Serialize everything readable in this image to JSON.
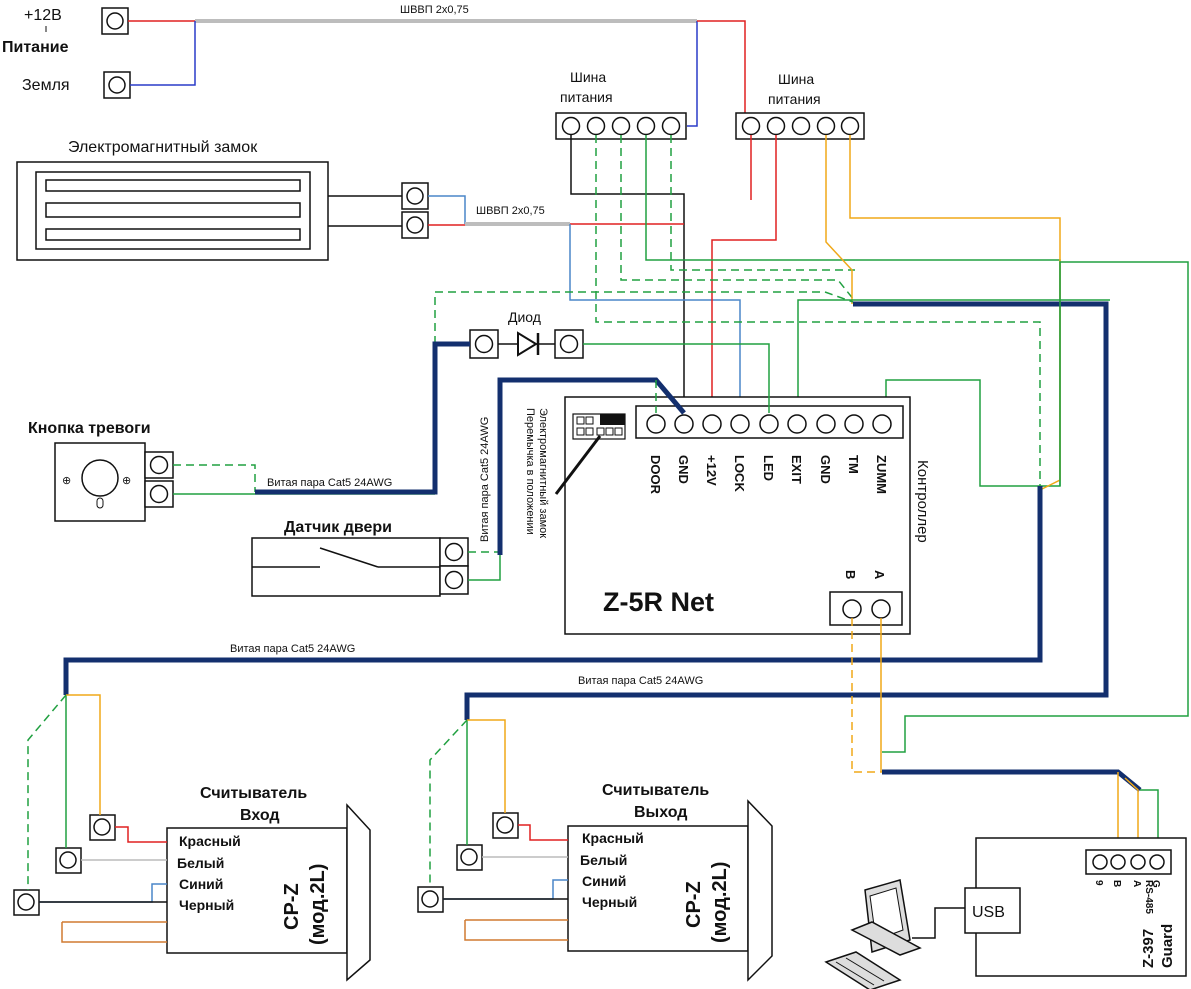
{
  "power": {
    "plus12v": "+12В",
    "power_label": "Питание",
    "ground": "Земля"
  },
  "cables": {
    "shvvp_top": "ШВВП 2х0,75",
    "shvvp_lock": "ШВВП 2х0,75",
    "twisted_alarm": "Витая пара Cat5 24AWG",
    "twisted_door": "Витая пара Cat5 24AWG",
    "twisted_reader_in": "Витая пара Cat5 24AWG",
    "twisted_reader_out": "Витая пара Cat5 24AWG"
  },
  "bus": {
    "left_line1": "Шина",
    "left_line2": "питания",
    "right_line1": "Шина",
    "right_line2": "питания"
  },
  "components": {
    "maglock": "Электромагнитный замок",
    "diode": "Диод",
    "alarm_button": "Кнопка тревоги",
    "door_sensor": "Датчик двери",
    "jumper_line1": "Перемычка в положении",
    "jumper_line2": "Электромагнитный замок"
  },
  "controller": {
    "side_label": "Контроллер",
    "model": "Z-5R Net",
    "terminals": [
      "DOOR",
      "GND",
      "+12V",
      "LOCK",
      "LED",
      "EXIT",
      "GND",
      "TM",
      "ZUMM"
    ],
    "rs_a": "A",
    "rs_b": "B"
  },
  "reader_in": {
    "title_line1": "Считыватель",
    "title_line2": "Вход",
    "wires": [
      "Красный",
      "Белый",
      "Синий",
      "Черный"
    ],
    "model_line1": "CP-Z",
    "model_line2": "(мод.2L)"
  },
  "reader_out": {
    "title_line1": "Считыватель",
    "title_line2": "Выход",
    "wires": [
      "Красный",
      "Белый",
      "Синий",
      "Черный"
    ],
    "model_line1": "CP-Z",
    "model_line2": "(мод.2L)"
  },
  "converter": {
    "usb": "USB",
    "pins": [
      "B",
      "A",
      "G"
    ],
    "pin_extra": "9",
    "rs485": "RS-485",
    "model_line1": "Z-397",
    "model_line2": "Guard"
  },
  "colors": {
    "red": "#e02020",
    "blue": "#2a3cc8",
    "green": "#20a040",
    "orange": "#f0a818",
    "cable": "#132f6e"
  }
}
